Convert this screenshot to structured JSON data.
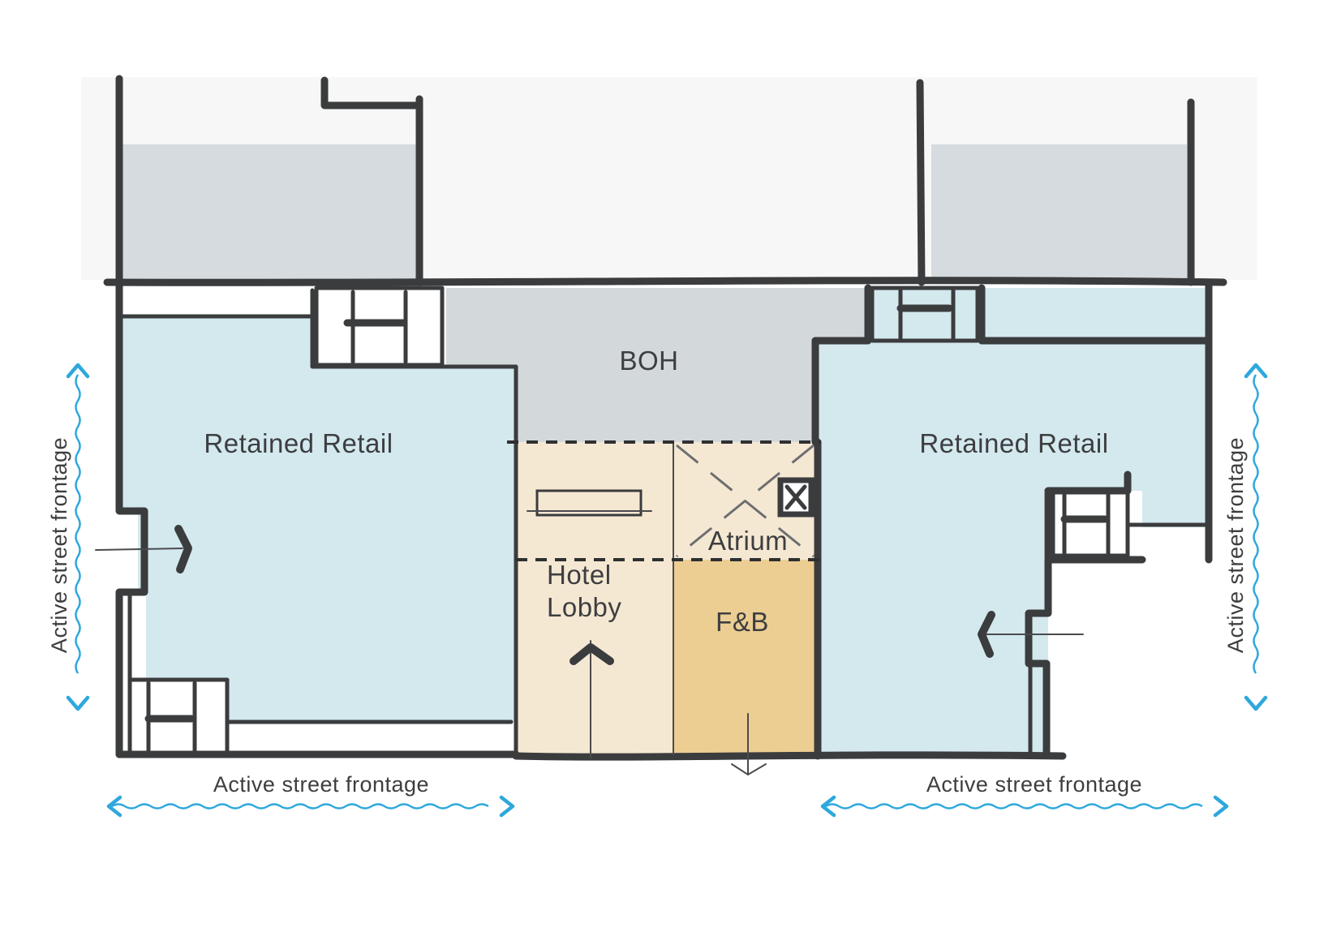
{
  "rooms": {
    "boh": "BOH",
    "retail_left": "Retained Retail",
    "retail_right": "Retained Retail",
    "atrium": "Atrium",
    "lobby_line1": "Hotel",
    "lobby_line2": "Lobby",
    "fnb": "F&B"
  },
  "frontage": {
    "bottom_left": "Active street frontage",
    "bottom_right": "Active street frontage",
    "side_left": "Active street frontage",
    "side_right": "Active street frontage"
  },
  "colors": {
    "retail": "#d3e9ee",
    "boh": "#d3d8db",
    "lobby": "#f5e8d3",
    "fnb": "#ecce93",
    "existing": "#d5dbde",
    "arrow": "#2ea8dc",
    "wall": "#3b3c3e"
  }
}
